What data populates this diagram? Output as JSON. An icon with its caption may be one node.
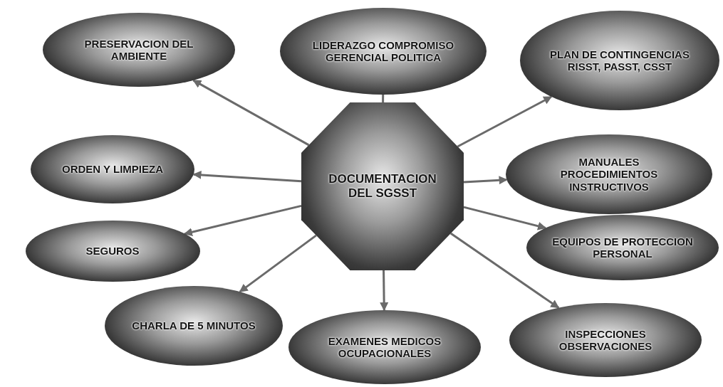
{
  "diagram": {
    "nodes": [
      {
        "text": [
          "PRESERVACION DEL AMBIENTE"
        ]
      },
      {
        "text": [
          "LIDERAZGO COMPROMISO GERENCIAL POLITICA"
        ]
      },
      {
        "text": [
          "PLAN DE CONTINGENCIAS RISST, PASST, CSST"
        ]
      },
      {
        "text": [
          "ORDEN Y LIMPIEZA"
        ]
      },
      {
        "text": [
          "DOCUMENTACION DEL SGSST"
        ]
      },
      {
        "text": [
          "MANUALES PROCEDIMIENTOS INSTRUCTIVOS"
        ]
      },
      {
        "text": [
          "SEGUROS"
        ]
      },
      {
        "text": [
          "EQUIPOS DE PROTECCION PERSONAL"
        ]
      },
      {
        "text": [
          "CHARLA DE 5 MINUTOS"
        ]
      },
      {
        "text": [
          "EXAMENES MEDICOS OCUPACIONALES"
        ]
      },
      {
        "text": [
          "INSPECCIONES OBSERVACIONES"
        ]
      }
    ],
    "edges": [
      {
        "from": 4,
        "to": 0,
        "arrow": "to"
      },
      {
        "from": 4,
        "to": 1,
        "arrow": "none"
      },
      {
        "from": 4,
        "to": 2,
        "arrow": "to"
      },
      {
        "from": 4,
        "to": 3,
        "arrow": "to"
      },
      {
        "from": 4,
        "to": 5,
        "arrow": "to"
      },
      {
        "from": 4,
        "to": 6,
        "arrow": "to"
      },
      {
        "from": 4,
        "to": 7,
        "arrow": "to"
      },
      {
        "from": 4,
        "to": 8,
        "arrow": "to"
      },
      {
        "from": 4,
        "to": 9,
        "arrow": "to"
      },
      {
        "from": 4,
        "to": 10,
        "arrow": "to"
      }
    ]
  }
}
